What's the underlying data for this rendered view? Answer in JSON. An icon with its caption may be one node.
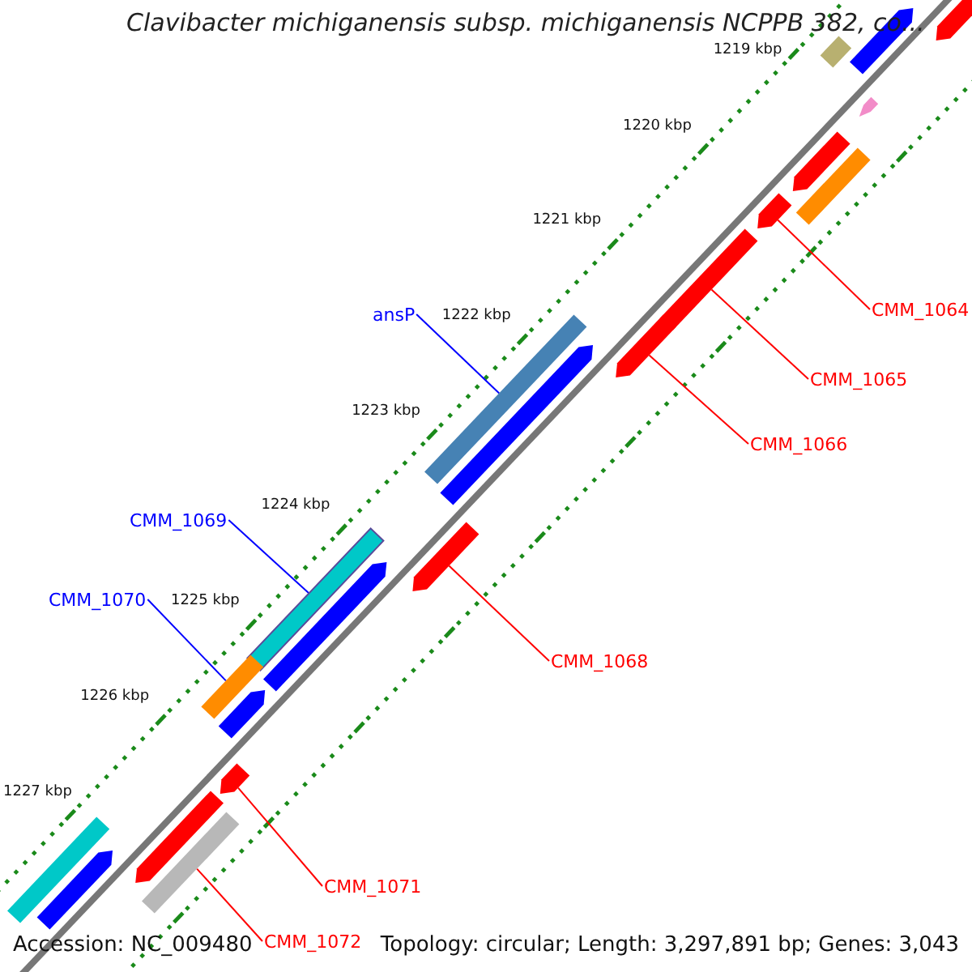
{
  "diagram": {
    "title": "Clavibacter michiganensis subsp. michiganensis NCPPB 382, co...",
    "nodes": [
      {
        "text": [
          "CMM_1064"
        ]
      },
      {
        "text": [],
        "shape": "arrow"
      },
      {
        "text": [
          "CMM_1065"
        ]
      },
      {
        "text": [],
        "shape": "arrow"
      },
      {
        "text": [
          "CMM_1066"
        ]
      },
      {
        "text": [],
        "shape": "arrow"
      },
      {
        "text": [
          "ansP"
        ]
      },
      {
        "text": [],
        "shape": "bar"
      },
      {
        "text": [
          "CMM_1068"
        ]
      },
      {
        "text": [],
        "shape": "arrow"
      },
      {
        "text": [
          "CMM_1069"
        ]
      },
      {
        "text": [],
        "shape": "bar"
      },
      {
        "text": [
          "CMM_1070"
        ]
      },
      {
        "text": [],
        "shape": "bar"
      },
      {
        "text": [
          "CMM_1071"
        ]
      },
      {
        "text": [],
        "shape": "arrow"
      },
      {
        "text": [
          "CMM_1072"
        ]
      },
      {
        "text": [],
        "shape": "bar"
      },
      {
        "text": [],
        "shape": "bar"
      },
      {
        "text": [],
        "shape": "arrow"
      },
      {
        "text": [],
        "shape": "arrow"
      },
      {
        "text": [],
        "shape": "arrow"
      },
      {
        "text": [],
        "shape": "arrow"
      },
      {
        "text": [],
        "shape": "bar"
      },
      {
        "text": [],
        "shape": "arrow"
      },
      {
        "text": [],
        "shape": "arrow"
      },
      {
        "text": [],
        "shape": "arrow"
      },
      {
        "text": [],
        "shape": "arrow"
      },
      {
        "text": [],
        "shape": "bar"
      },
      {
        "text": [],
        "shape": "arrow"
      }
    ],
    "edges": [
      {
        "from": 0,
        "to": 1,
        "arrow": "none"
      },
      {
        "from": 2,
        "to": 3,
        "arrow": "none"
      },
      {
        "from": 4,
        "to": 5,
        "arrow": "none"
      },
      {
        "from": 6,
        "to": 7,
        "arrow": "none",
        "color": "#0000ff"
      },
      {
        "from": 8,
        "to": 9,
        "arrow": "none"
      },
      {
        "from": 10,
        "to": 11,
        "arrow": "none",
        "color": "#0000ff"
      },
      {
        "from": 12,
        "to": 13,
        "arrow": "none",
        "color": "#0000ff"
      },
      {
        "from": 14,
        "to": 15,
        "arrow": "none"
      },
      {
        "from": 16,
        "to": 17,
        "arrow": "none"
      }
    ],
    "labels": [
      "1219 kbp",
      "1220 kbp",
      "1221 kbp",
      "1222 kbp",
      "1223 kbp",
      "1224 kbp",
      "1225 kbp",
      "1226 kbp",
      "1227 kbp",
      "Accession: NC_009480",
      "Topology: circular; Length: 3,297,891 bp; Genes: 3,043"
    ]
  }
}
